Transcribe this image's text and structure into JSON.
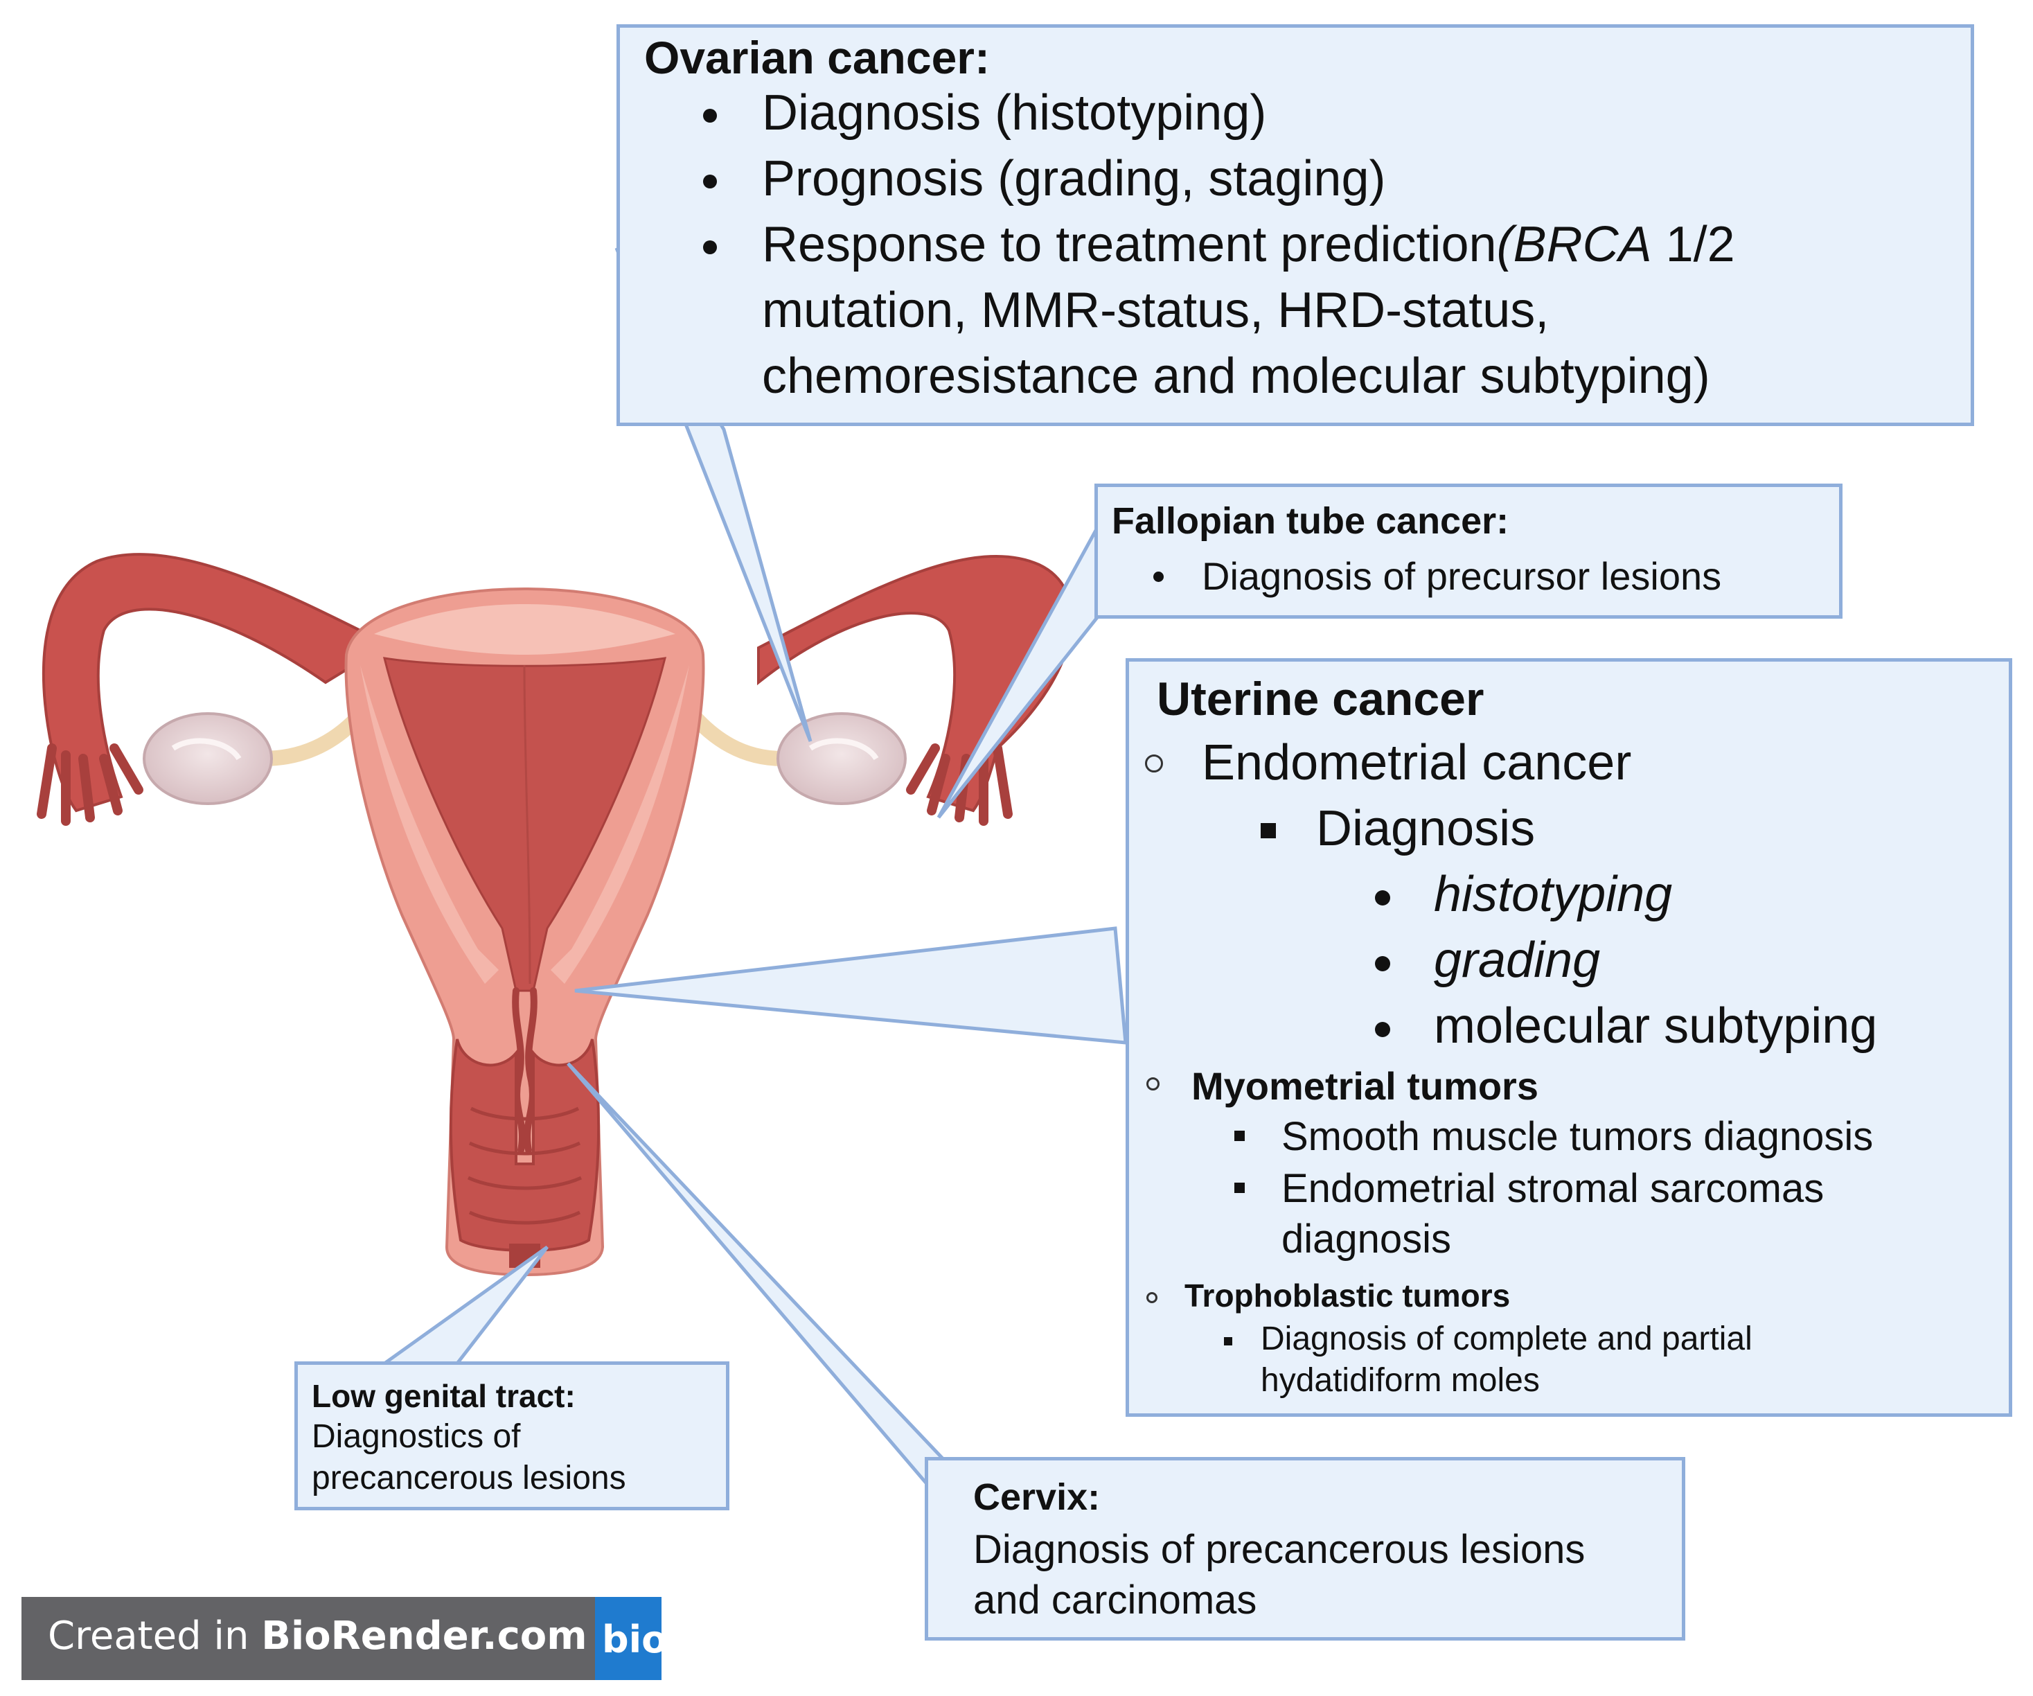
{
  "ovarian": {
    "title": "Ovarian cancer:",
    "item1": "Diagnosis (histotyping)",
    "item2": "Prognosis (grading, staging)",
    "item3_a": "Response to treatment prediction",
    "item3_b": "(BRCA",
    "item3_c": " 1/2",
    "item3_line2": "mutation, MMR-status, HRD-status,",
    "item3_line3": "chemoresistance and molecular subtyping)"
  },
  "fallopian": {
    "title": "Fallopian tube cancer:",
    "item1": "Diagnosis of precursor lesions"
  },
  "uterine": {
    "title": "Uterine cancer",
    "endometrial": "Endometrial cancer",
    "diagnosis": "Diagnosis",
    "histotyping": "histotyping",
    "grading": "grading",
    "molecular": "molecular subtyping",
    "myometrial": "Myometrial tumors",
    "smooth": "Smooth muscle  tumors diagnosis",
    "stromal_1": "Endometrial stromal sarcomas",
    "stromal_2": "diagnosis",
    "trophoblastic": "Trophoblastic tumors",
    "moles_1": "Diagnosis of complete and partial",
    "moles_2": "hydatidiform moles"
  },
  "low_genital": {
    "title": "Low genital tract:",
    "line1": "Diagnostics of",
    "line2": "precancerous lesions"
  },
  "cervix": {
    "title": "Cervix:",
    "line1": "Diagnosis of precancerous lesions",
    "line2": "and carcinomas"
  },
  "badge": {
    "prefix": "Created in ",
    "brand": "BioRender.com",
    "logo": "bio"
  },
  "colors": {
    "callout_fill": "#e8f1fb",
    "callout_border": "#8faedb",
    "uterus_tissue": "#ee9e92",
    "uterus_dark": "#b5423f",
    "ovary": "#e3cfd1"
  }
}
